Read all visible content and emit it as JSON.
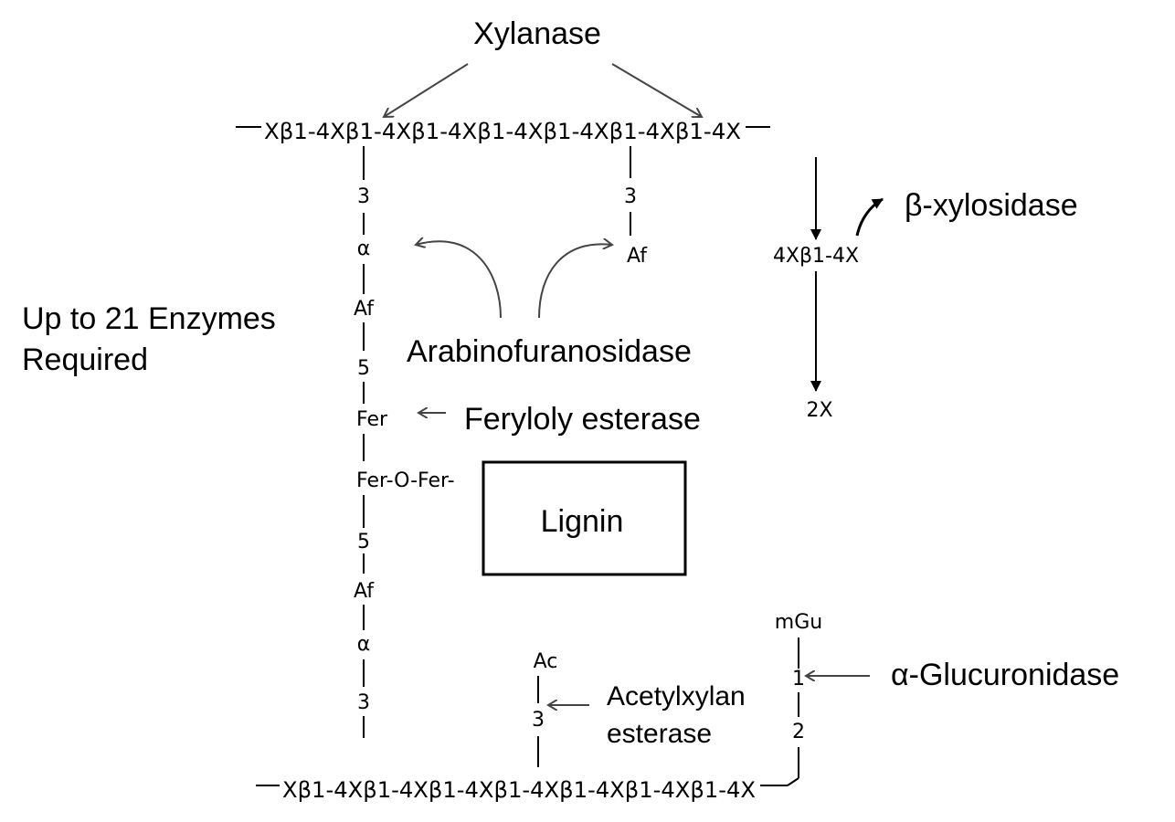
{
  "enzymes": {
    "xylanase": "Xylanase",
    "beta_xylosidase": "β-xylosidase",
    "arabinofuranosidase": "Arabinofuranosidase",
    "feruloyl_esterase": "Feryloly esterase",
    "alpha_glucuronidase": "α-Glucuronidase",
    "acetylxylan_esterase_line1": "Acetylxylan",
    "acetylxylan_esterase_line2": "esterase"
  },
  "side_note": {
    "line1": "Up to 21 Enzymes",
    "line2": "Required"
  },
  "lignin_label": "Lignin",
  "top_chain": "Xβ1-4Xβ1-4Xβ1-4Xβ1-4Xβ1-4Xβ1-4Xβ1-4X",
  "bottom_chain": "Xβ1-4Xβ1-4Xβ1-4Xβ1-4Xβ1-4Xβ1-4Xβ1-4X",
  "left_branch": [
    "3",
    "α",
    "Af",
    "5",
    "Fer",
    "Fer-O-Fer-",
    "5",
    "Af",
    "α",
    "3"
  ],
  "right_branch": [
    "3",
    "Af"
  ],
  "xylobiose": "4Xβ1-4X",
  "xylose_product": "2X",
  "glucuronic_branch": [
    "mGu",
    "1",
    "2"
  ],
  "acetyl_branch": [
    "Ac",
    "3"
  ]
}
